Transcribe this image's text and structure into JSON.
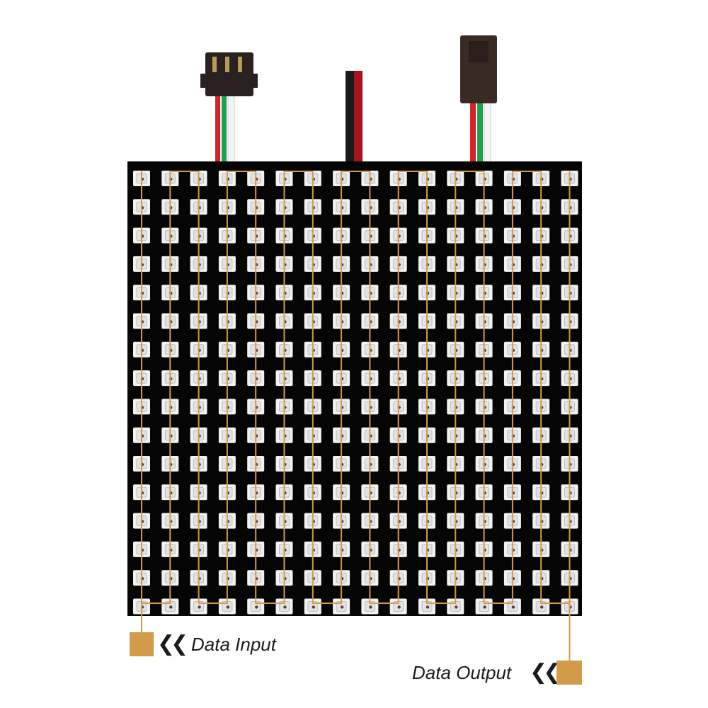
{
  "image": {
    "subject": "Flexible 16x16 RGB LED matrix panel",
    "grid": {
      "columns": 16,
      "rows": 16
    },
    "colors": {
      "panel": "#050505",
      "led_body": "#f1f1f1",
      "led_die": "#c9c9c9",
      "trace": "#d39a4a",
      "wire_red": "#d6232a",
      "wire_green": "#1fa04f",
      "wire_white": "#f4f4f4",
      "connector": "#2a2220"
    }
  },
  "labels": {
    "data_input": "Data Input",
    "data_output": "Data Output",
    "chevrons": "❮❮"
  }
}
